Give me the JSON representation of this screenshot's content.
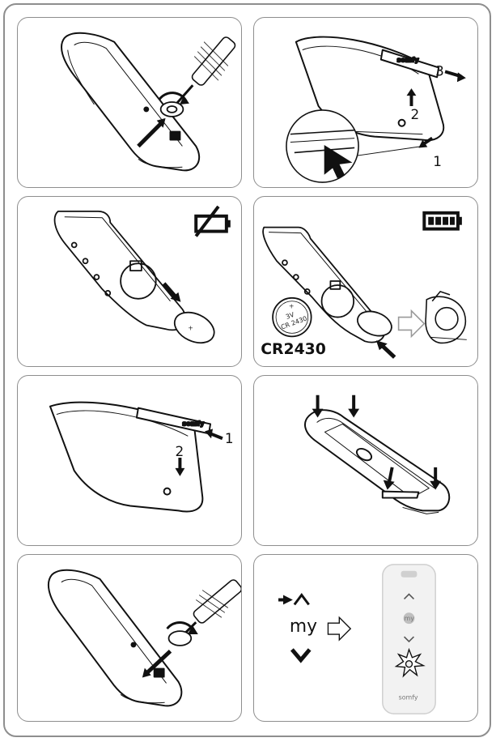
{
  "panels": {
    "p1": {},
    "p2": {
      "labels": [
        "1",
        "2",
        "3"
      ]
    },
    "p3": {},
    "p4": {
      "battery_model": "CR2430",
      "coin_voltage": "3V",
      "coin_model": "CR 2430"
    },
    "p5": {
      "labels": [
        "1",
        "2"
      ]
    },
    "p6": {},
    "p7": {},
    "p8": {
      "my_label": "my",
      "remote_my": "my",
      "remote_brand": "somfy"
    }
  },
  "colors": {
    "border": "#8e8e8e",
    "ink": "#111111",
    "remote_body": "#f2f2f2",
    "remote_window": "#d0d0d0"
  },
  "icons": [
    "screwdriver-icon",
    "arrow-icon",
    "battery-empty-icon",
    "battery-full-icon",
    "coin-battery-icon",
    "up-arrow-icon",
    "down-arrow-icon",
    "hollow-arrow-icon",
    "sun-burst-icon"
  ]
}
